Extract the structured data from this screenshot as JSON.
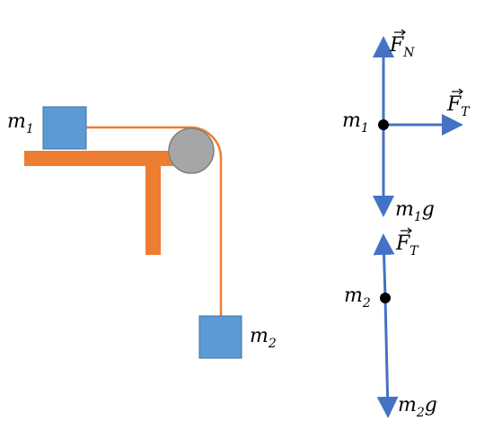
{
  "colors": {
    "table": "#ed7d31",
    "rope": "#ed7d31",
    "block": "#5b9bd5",
    "block_border": "#41719c",
    "pulley": "#a6a6a6",
    "pulley_border": "#7f7f7f",
    "vector": "#4472c4",
    "point": "#000000"
  },
  "setup": {
    "block1": {
      "mass": "m",
      "sub": "1"
    },
    "block2": {
      "mass": "m",
      "sub": "2"
    }
  },
  "fbd1": {
    "body_label": {
      "mass": "m",
      "sub": "1"
    },
    "normal_force": {
      "sym": "F",
      "sub": "N"
    },
    "tension": {
      "sym": "F",
      "sub": "T"
    },
    "weight": {
      "mass": "m",
      "sub": "1",
      "g": "g"
    }
  },
  "fbd2": {
    "body_label": {
      "mass": "m",
      "sub": "2"
    },
    "tension": {
      "sym": "F",
      "sub": "T"
    },
    "weight": {
      "mass": "m",
      "sub": "2",
      "g": "g"
    }
  }
}
